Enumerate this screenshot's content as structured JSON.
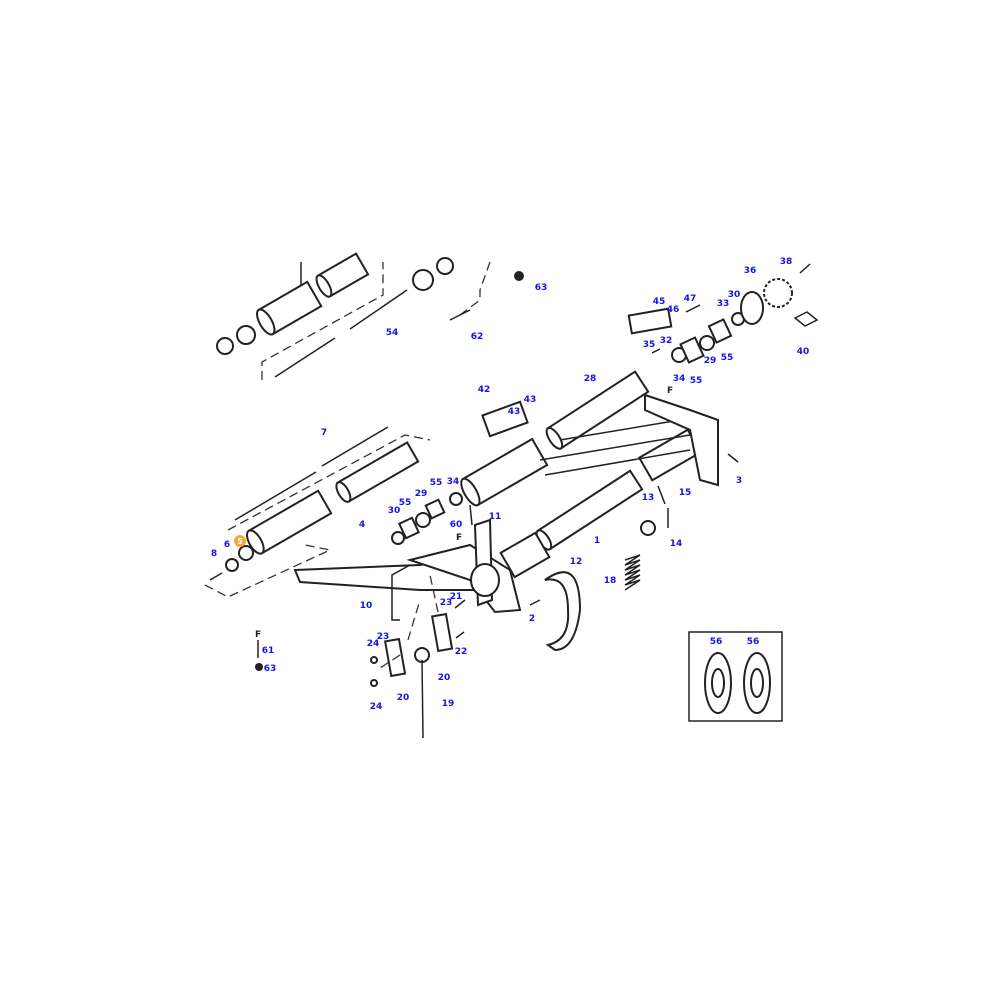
{
  "diagram": {
    "highlight_color": "#f2a93b",
    "label_color": "#1414e6",
    "selected_callout": "5",
    "callouts": [
      "63",
      "62",
      "54",
      "36",
      "38",
      "45",
      "47",
      "46",
      "30",
      "33",
      "40",
      "35",
      "32",
      "34",
      "55",
      "29",
      "55",
      "28",
      "42",
      "43",
      "43",
      "7",
      "3",
      "55",
      "34",
      "29",
      "55",
      "30",
      "4",
      "11",
      "60",
      "13",
      "15",
      "14",
      "1",
      "5",
      "6",
      "8",
      "12",
      "18",
      "10",
      "21",
      "23",
      "2",
      "23",
      "24",
      "22",
      "61",
      "63",
      "56",
      "56",
      "20",
      "20",
      "19",
      "24"
    ],
    "flags": [
      "F",
      "F",
      "F"
    ]
  }
}
